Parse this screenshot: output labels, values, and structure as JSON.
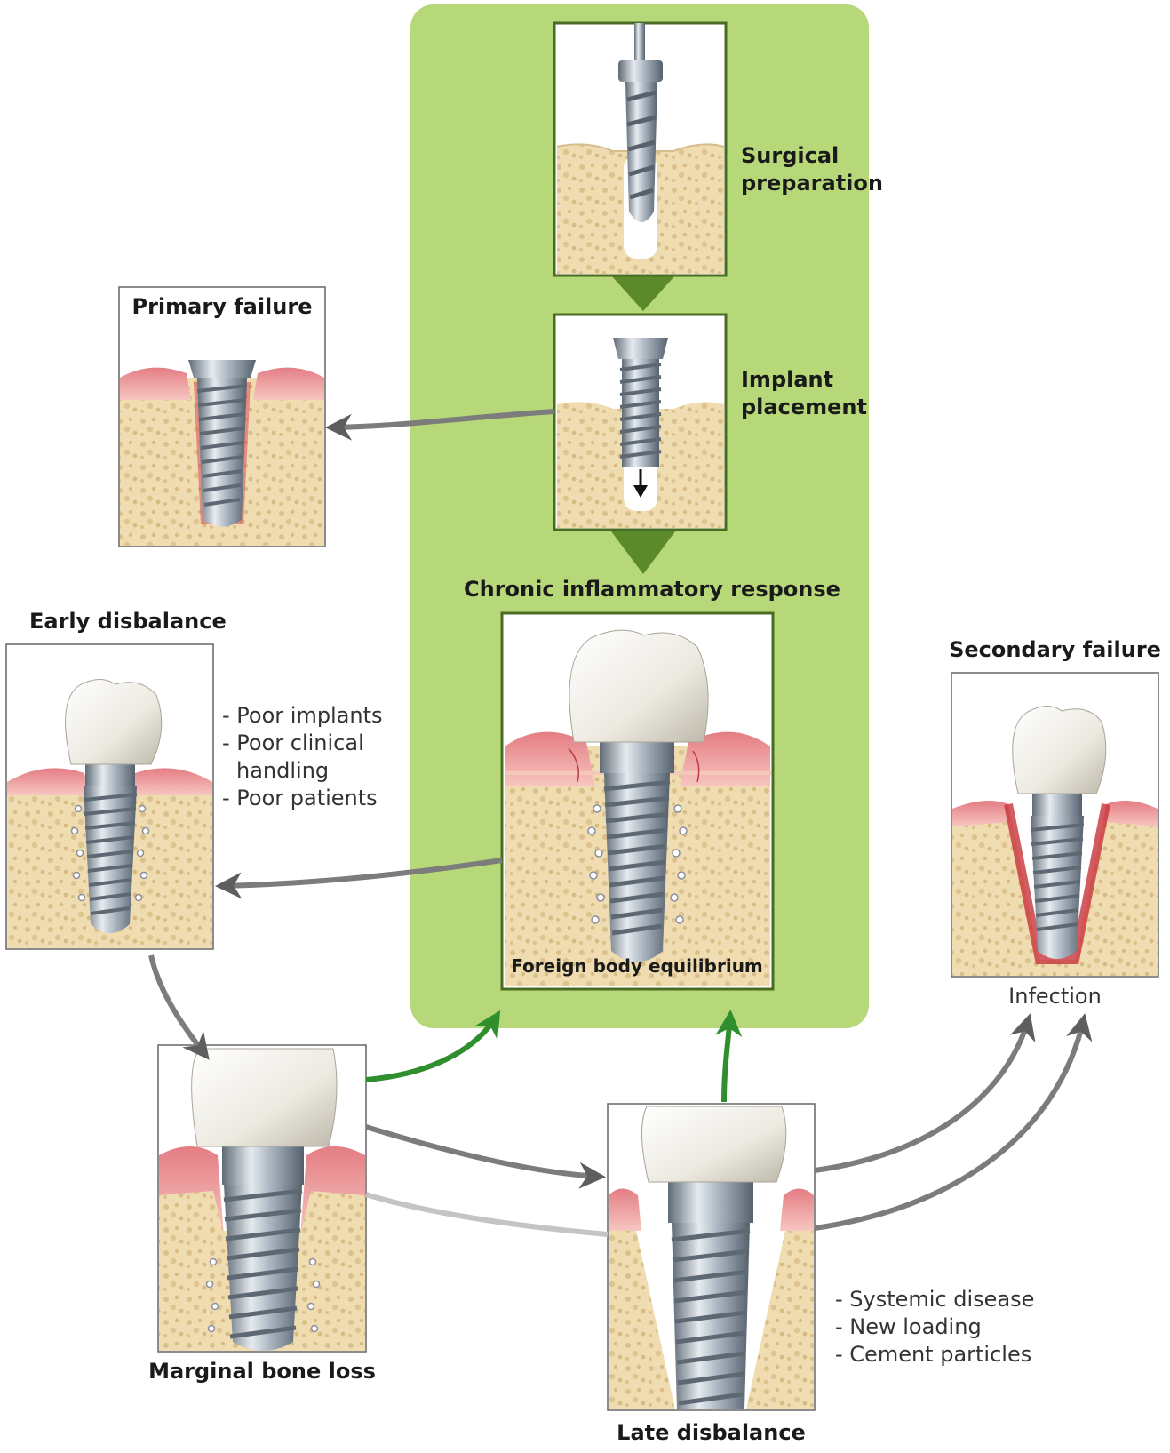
{
  "colors": {
    "panel_green": "#b7d879",
    "pathway_arrow_green": "#2f8f2f",
    "step_triangle_green": "#5a8a2a",
    "failure_arrow_gray": "#6d6d6d",
    "gum_pink": "#f2a8a8",
    "bone_tan": "#efdcb0",
    "implant_metal": "#9aa7b3",
    "infection_red": "#c8333b"
  },
  "steps": {
    "surgical": "Surgical\npreparation",
    "implant": "Implant\nplacement",
    "chronic": "Chronic inflammatory response",
    "foreign_body": "Foreign body equilibrium"
  },
  "boxes": {
    "primary_failure": "Primary failure",
    "early_disbalance": "Early disbalance",
    "secondary_failure": "Secondary failure",
    "infection": "Infection",
    "marginal_bone_loss": "Marginal bone loss",
    "late_disbalance": "Late disbalance"
  },
  "early_causes": [
    "- Poor implants",
    "- Poor clinical",
    "handling",
    "- Poor patients"
  ],
  "late_causes": [
    "- Systemic disease",
    "- New loading",
    "- Cement particles"
  ],
  "icons": [
    "drill-icon",
    "implant-icon",
    "crown-icon",
    "gum-icon",
    "bone-icon"
  ]
}
